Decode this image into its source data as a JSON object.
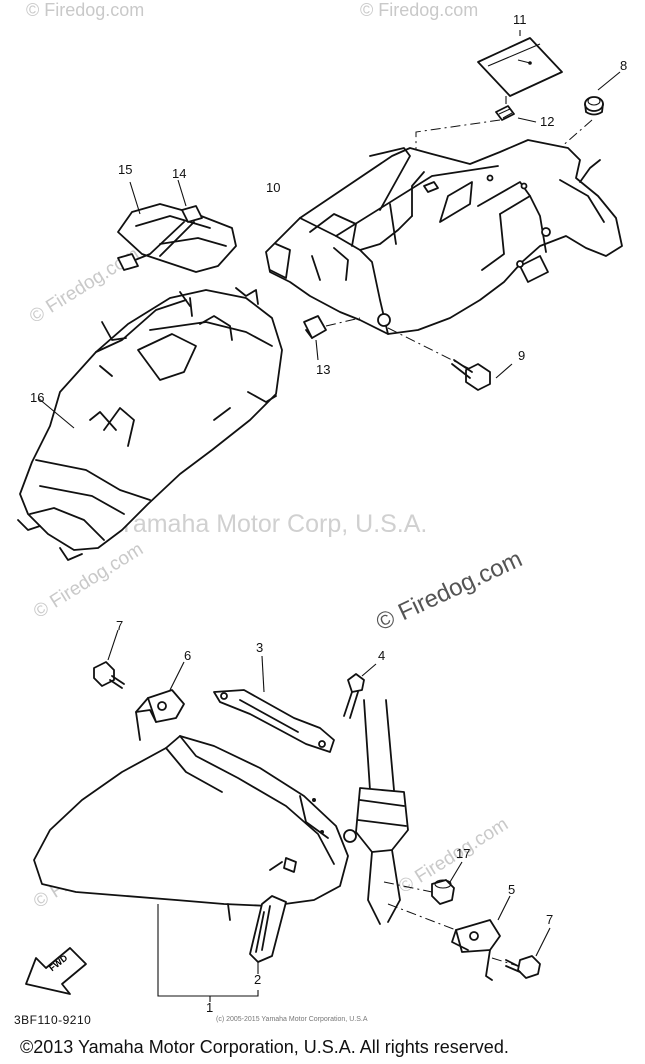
{
  "watermarks": {
    "firedog_small": "© Firedog.com",
    "firedog_main": "© Firedog.com",
    "yamaha": "Yamaha Motor Corp, U.S.A."
  },
  "callouts": [
    "1",
    "2",
    "3",
    "4",
    "5",
    "6",
    "7",
    "7",
    "8",
    "9",
    "10",
    "11",
    "12",
    "13",
    "14",
    "15",
    "16",
    "17"
  ],
  "fwd_label": "FWD",
  "diagram_code": "3BF110-9210",
  "inner_copyright": "(c) 2005-2015 Yamaha Motor Corporation, U.S.A",
  "copyright": "©2013 Yamaha Motor Corporation, U.S.A. All rights reserved."
}
